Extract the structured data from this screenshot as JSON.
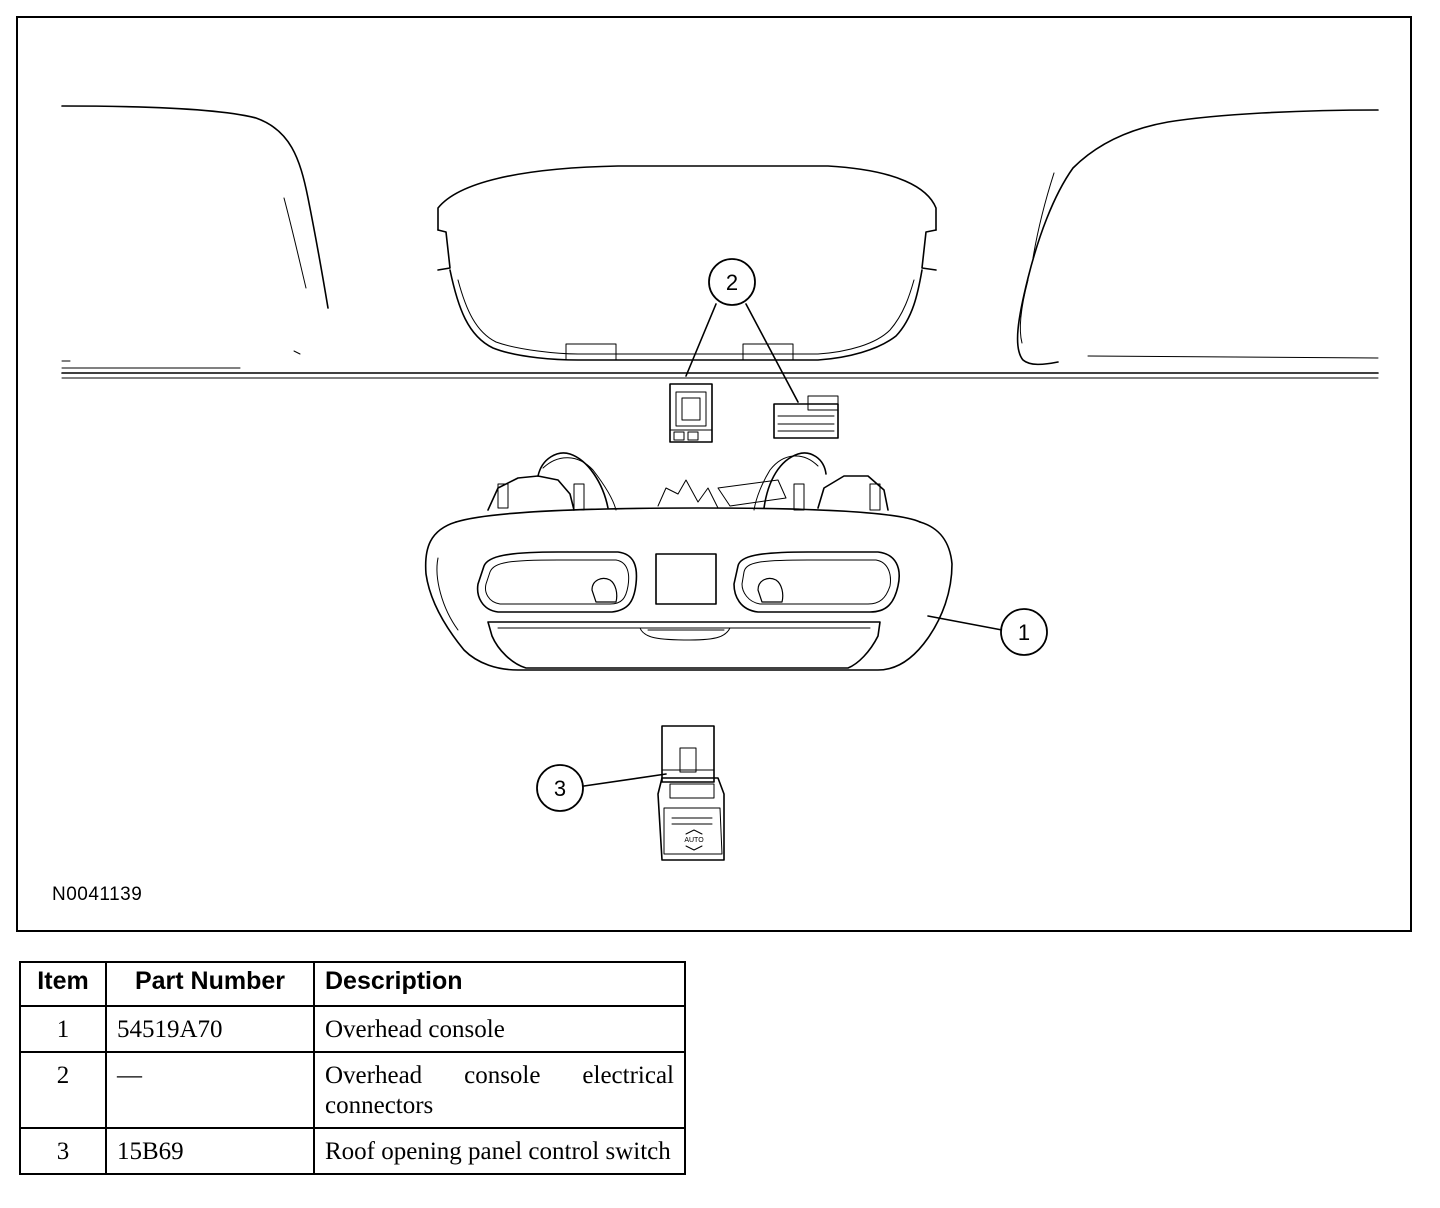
{
  "figure": {
    "figure_id": "N0041139",
    "callouts": [
      {
        "number": "1"
      },
      {
        "number": "2"
      },
      {
        "number": "3"
      }
    ],
    "switch_label": "AUTO"
  },
  "table": {
    "headers": {
      "item": "Item",
      "part_number": "Part Number",
      "description": "Description"
    },
    "rows": [
      {
        "item": "1",
        "part_number": "54519A70",
        "description": "Overhead console"
      },
      {
        "item": "2",
        "part_number": "—",
        "description": "Overhead console electrical connectors"
      },
      {
        "item": "3",
        "part_number": "15B69",
        "description": "Roof opening panel control switch"
      }
    ]
  }
}
